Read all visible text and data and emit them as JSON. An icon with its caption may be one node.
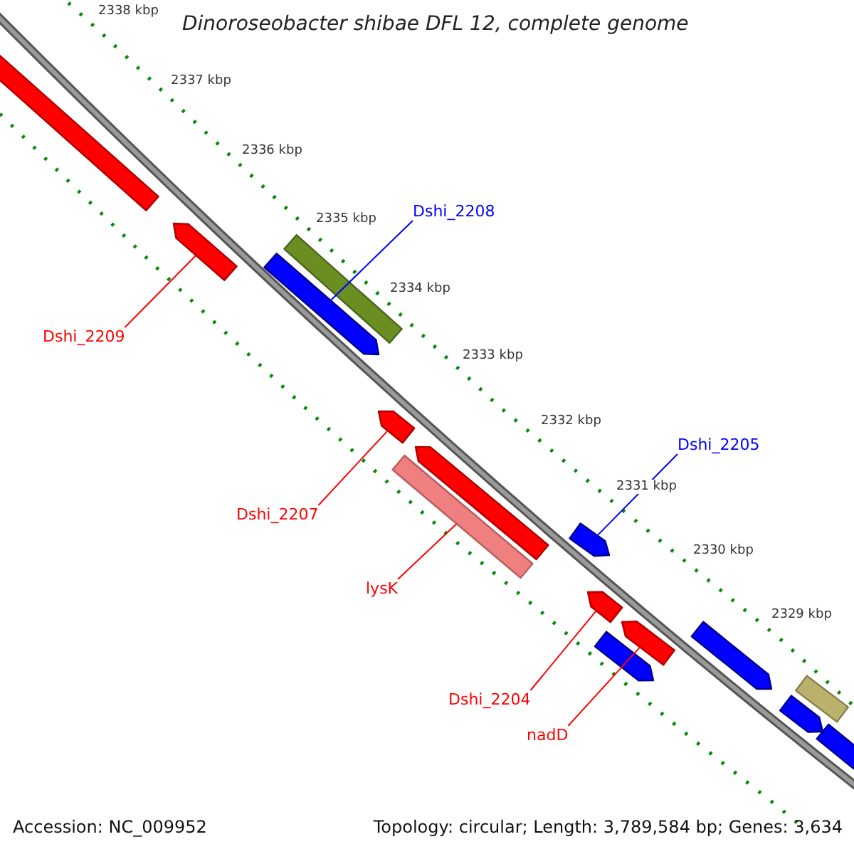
{
  "diagram": {
    "title": "Dinoroseobacter shibae DFL 12, complete genome",
    "nodes": [
      {
        "text": [],
        "shape": "arrow"
      },
      {
        "text": [],
        "shape": "arrow"
      },
      {
        "text": [],
        "shape": "bar"
      },
      {
        "text": [],
        "shape": "arrow"
      },
      {
        "text": [],
        "shape": "arrow"
      },
      {
        "text": [],
        "shape": "arrow"
      },
      {
        "text": [],
        "shape": "bar"
      },
      {
        "text": [],
        "shape": "arrow"
      },
      {
        "text": [],
        "shape": "arrow"
      },
      {
        "text": [],
        "shape": "arrow"
      },
      {
        "text": [],
        "shape": "arrow"
      },
      {
        "text": [],
        "shape": "arrow"
      },
      {
        "text": [],
        "shape": "bar"
      },
      {
        "text": [],
        "shape": "arrow"
      },
      {
        "text": [],
        "shape": "arrow"
      },
      {
        "text": [
          "Dshi_2208"
        ]
      },
      {
        "text": [
          "Dshi_2209"
        ]
      },
      {
        "text": [
          "Dshi_2207"
        ]
      },
      {
        "text": [
          "lysK"
        ]
      },
      {
        "text": [
          "Dshi_2205"
        ]
      },
      {
        "text": [
          "Dshi_2204"
        ]
      },
      {
        "text": [
          "nadD"
        ]
      }
    ],
    "edges": [
      {
        "from": 15,
        "to": 3,
        "arrow": "none",
        "color": "#0000ff"
      },
      {
        "from": 16,
        "to": 1,
        "arrow": "none"
      },
      {
        "from": 17,
        "to": 4,
        "arrow": "none"
      },
      {
        "from": 18,
        "to": 6,
        "arrow": "none"
      },
      {
        "from": 19,
        "to": 7,
        "arrow": "none",
        "color": "#0000ff"
      },
      {
        "from": 20,
        "to": 8,
        "arrow": "none"
      },
      {
        "from": 21,
        "to": 9,
        "arrow": "none"
      }
    ],
    "labels": [
      "2338 kbp",
      "2337 kbp",
      "2336 kbp",
      "2335 kbp",
      "2334 kbp",
      "2333 kbp",
      "2332 kbp",
      "2331 kbp",
      "2330 kbp",
      "2329 kbp",
      "Accession: NC_009952",
      "Topology: circular; Length: 3,789,584 bp; Genes: 3,634"
    ]
  }
}
